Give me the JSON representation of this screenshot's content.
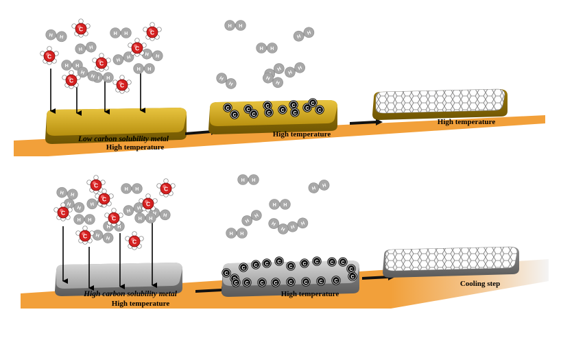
{
  "labels": {
    "low_metal": "Low carbon solubility metal",
    "high_metal": "High carbon solubility metal",
    "high_temp": "High temperature",
    "cooling": "Cooling step"
  },
  "atoms": {
    "carbon": "C",
    "hydrogen": "H"
  },
  "colors": {
    "floor": "#f2a03a",
    "gold_metal": "#c9a11b",
    "gray_metal": "#a9a9a9",
    "carbon_red": "#d42020",
    "hydrogen_gray": "#a8a8a8",
    "surface_carbon": "#111111"
  }
}
